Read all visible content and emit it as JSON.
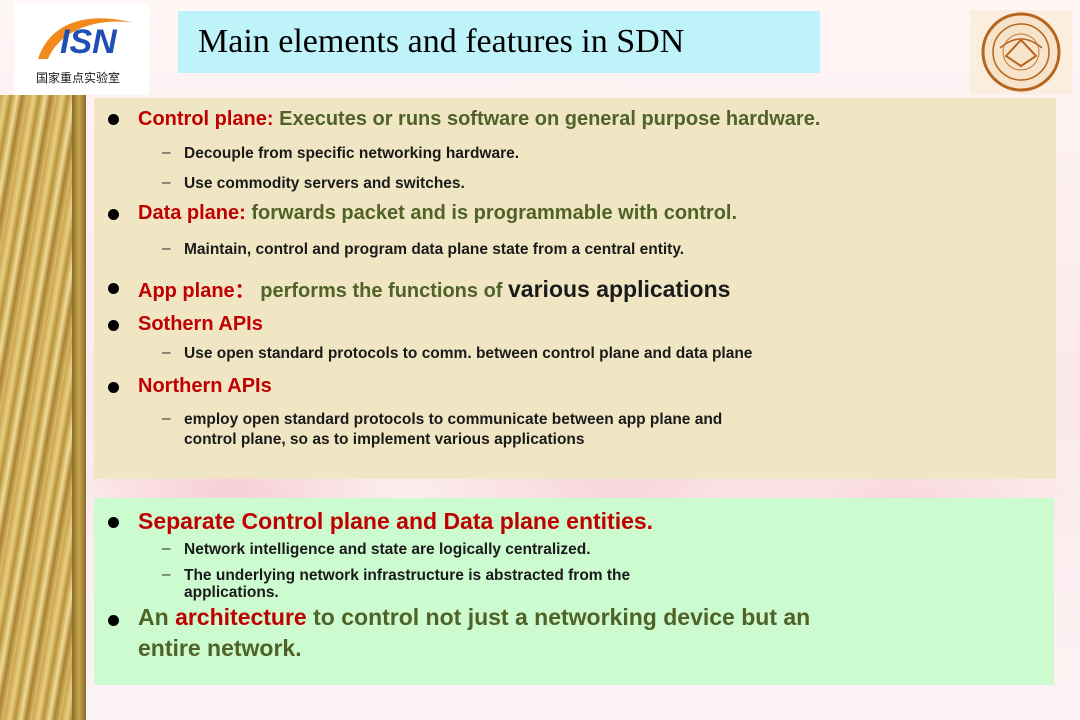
{
  "header": {
    "logo_text": "国家重点实验室",
    "title": "Main elements and features in SDN"
  },
  "top_panel": {
    "items": [
      {
        "head": "Control plane:",
        "body": " Executes or runs software on general purpose hardware."
      },
      {
        "head": "Data plane:",
        "body": " forwards packet and is programmable with control."
      },
      {
        "head": "App plane：",
        "body": " performs the functions of ",
        "emph": "various applications"
      },
      {
        "head": "Sothern APIs"
      },
      {
        "head": "Northern APIs"
      }
    ],
    "subitems": [
      "Decouple from specific networking hardware.",
      "Use commodity servers and switches.",
      "Maintain, control and program data plane state from a central entity.",
      "Use open  standard protocols to comm. between control plane and data plane",
      "employ open  standard protocols to communicate between app plane and",
      "control plane, so as to implement various applications"
    ]
  },
  "bottom_panel": {
    "item1": "Separate Control plane and Data plane entities.",
    "subitems": [
      "Network intelligence and state are logically centralized.",
      "The underlying network infrastructure is abstracted from the",
      "applications."
    ],
    "item2_pre": "An ",
    "item2_emph": "architecture",
    "item2_post": " to control not just a networking device but an",
    "item2_line2": "entire network."
  },
  "colors": {
    "heading_red": "#c00000",
    "body_green": "#4f6228",
    "title_bg": "#bdf3f9",
    "top_panel_bg": "#f1e6c4",
    "bottom_panel_bg": "#cdfbd0"
  }
}
